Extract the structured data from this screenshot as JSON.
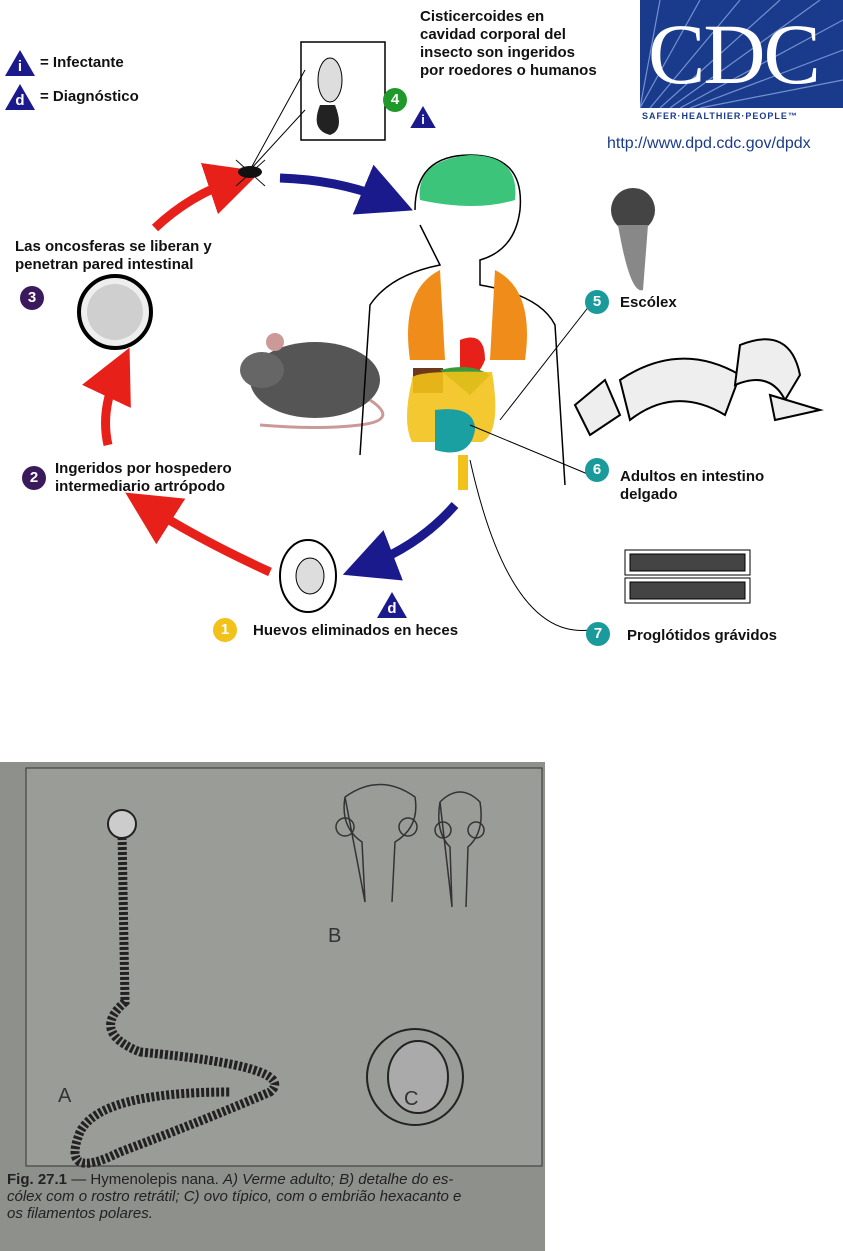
{
  "legend": {
    "infective_symbol": "i",
    "infective_label": "= Infectante",
    "diagnostic_symbol": "d",
    "diagnostic_label": "= Diagnóstico"
  },
  "logo": {
    "text": "CDC",
    "tagline": "SAFER·HEALTHIER·PEOPLE™",
    "url": "http://www.dpd.cdc.gov/dpdx",
    "color": "#1a3b8c"
  },
  "steps": [
    {
      "number": "1",
      "label": "Huevos eliminados en heces",
      "color": "#f2c21a"
    },
    {
      "number": "2",
      "label_lines": [
        "Ingeridos por hospedero",
        "intermediario artrópodo"
      ],
      "color": "#3a1a5c"
    },
    {
      "number": "3",
      "label_lines": [
        "Las oncosferas se liberan y",
        "penetran pared intestinal"
      ],
      "color": "#3a1a5c"
    },
    {
      "number": "4",
      "label_lines": [
        "Cisticercoides en",
        "cavidad corporal del",
        "insecto son ingeridos",
        "por roedores o humanos"
      ],
      "color": "#1f9a2a"
    },
    {
      "number": "5",
      "label": "Escólex",
      "color": "#1a9a9a"
    },
    {
      "number": "6",
      "label_lines": [
        "Adultos en intestino",
        "delgado"
      ],
      "color": "#1a9a9a"
    },
    {
      "number": "7",
      "label": "Proglótidos grávidos",
      "color": "#1a9a9a"
    }
  ],
  "photo": {
    "labels": {
      "a": "A",
      "b": "B",
      "c": "C"
    },
    "caption_bold": "Fig. 27.1",
    "caption_normal": " — Hymenolepis nana. ",
    "caption_italic_lines": [
      "A) Verme adulto; B) detalhe do es-",
      "cólex com o rostro retrátil; C) ovo típico, com o embrião hexacanto e",
      "os filamentos polares."
    ]
  }
}
